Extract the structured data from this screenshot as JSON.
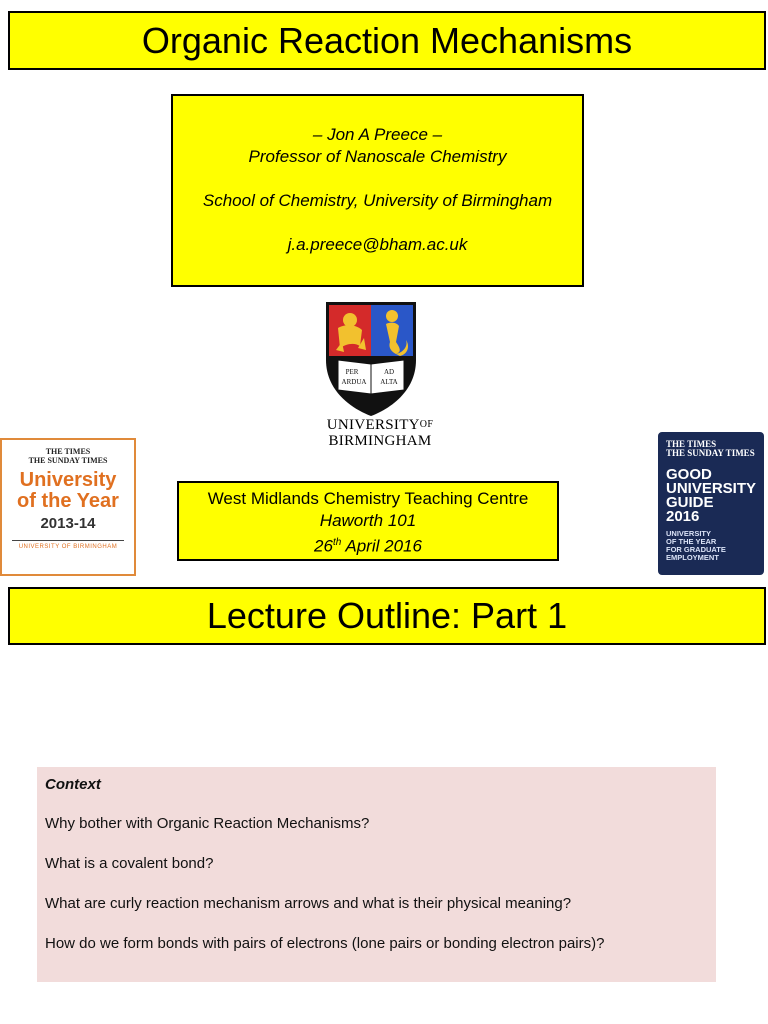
{
  "title": "Organic Reaction Mechanisms",
  "author": {
    "name": "– Jon A Preece –",
    "role": "Professor of Nanoscale Chemistry",
    "school": "School of Chemistry, University of Birmingham",
    "email": "j.a.preece@bham.ac.uk"
  },
  "crest": {
    "motto_1": "PER",
    "motto_2": "AD",
    "motto_3": "ARDUA",
    "motto_4": "ALTA",
    "colors": {
      "red": "#d42a2a",
      "blue": "#2a57c8",
      "gold": "#f2c12e",
      "black": "#111111"
    }
  },
  "university": {
    "line1": "UNIVERSITY",
    "of": "OF",
    "line2": "BIRMINGHAM"
  },
  "badge_left": {
    "times_1": "THE TIMES",
    "times_2": "THE SUNDAY TIMES",
    "line1": "University",
    "line2": "of the Year",
    "year": "2013-14",
    "footer": "UNIVERSITY OF BIRMINGHAM"
  },
  "badge_right": {
    "times_1": "THE TIMES",
    "times_2": "THE SUNDAY TIMES",
    "g1": "GOOD",
    "g2": "UNIVERSITY",
    "g3": "GUIDE",
    "g4": "2016",
    "s1": "UNIVERSITY",
    "s2": "OF THE YEAR",
    "s3": "FOR GRADUATE",
    "s4": "EMPLOYMENT"
  },
  "venue": {
    "centre": "West Midlands Chemistry Teaching Centre",
    "room": "Haworth 101",
    "day": "26",
    "ordinal": "th",
    "month_year": " April 2016"
  },
  "outline_title": "Lecture Outline: Part 1",
  "context": {
    "heading": "Context",
    "items": [
      "Why bother with Organic Reaction Mechanisms?",
      "What is a covalent bond?",
      "What are curly reaction mechanism arrows and what is their physical meaning?",
      "How do we form bonds with pairs of electrons (lone pairs or bonding electron pairs)?"
    ]
  },
  "colors": {
    "highlight": "#ffff00",
    "panel": "#f2dcdb",
    "badge_orange": "#e07020",
    "badge_navy": "#1a2a55"
  }
}
